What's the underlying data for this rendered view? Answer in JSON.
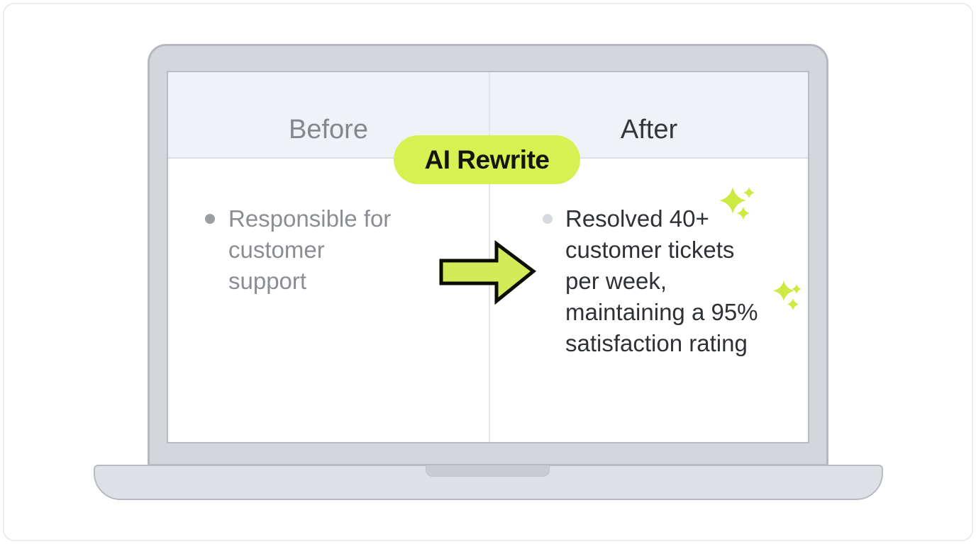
{
  "badge": {
    "label": "AI Rewrite"
  },
  "comparison": {
    "before": {
      "header": "Before",
      "bullet_lines": [
        "Responsible for",
        "customer",
        "support"
      ],
      "bullet_full_text": "Responsible for customer support"
    },
    "after": {
      "header": "After",
      "bullet_lines": [
        "Resolved 40+",
        "customer tickets",
        "per week,",
        "maintaining a 95%",
        "satisfaction rating"
      ],
      "bullet_full_text": "Resolved 40+ customer tickets per week, maintaining a 95% satisfaction rating"
    }
  },
  "colors": {
    "accent_lime": "#d8f152",
    "arrow_fill": "#d4eb59",
    "sparkle_fill": "#cdea42",
    "laptop_gray": "#d3d6db",
    "header_band": "#eff2f6",
    "before_text": "#8a8e93",
    "after_text": "#2e3135"
  }
}
